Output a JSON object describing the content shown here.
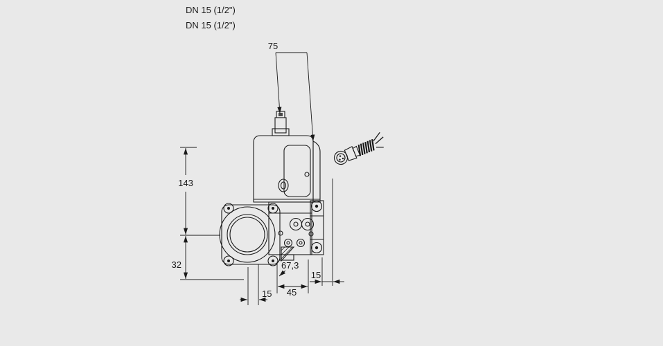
{
  "meta": {
    "background_color": "#e9e9e9",
    "line_color": "#1a1a1a",
    "drawing_type": "valve dimensional drawing"
  },
  "header": {
    "size_label_1": "DN 15 (1/2\")",
    "size_label_2": "DN 15 (1/2\")"
  },
  "dimensions": {
    "top_width": "75",
    "overall_height": "143",
    "lower_height": "32",
    "depth": "67,3",
    "body_width": "45",
    "offset_left": "15",
    "offset_right": "15"
  }
}
